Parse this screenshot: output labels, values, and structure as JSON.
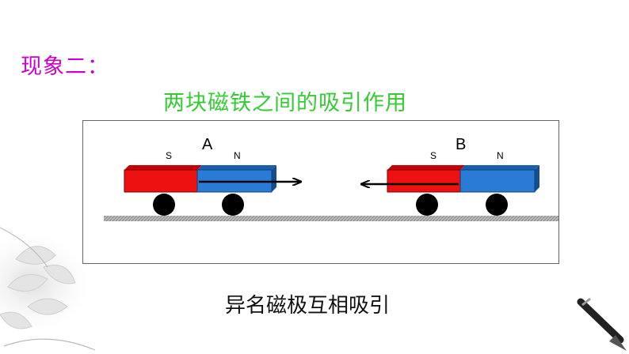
{
  "slide": {
    "heading": "现象二：",
    "subtitle": "两块磁铁之间的吸引作用",
    "caption": "异名磁极互相吸引"
  },
  "diagram": {
    "magnet_a": {
      "label": "A",
      "left_pole": "S",
      "right_pole": "N",
      "arrow": "right"
    },
    "magnet_b": {
      "label": "B",
      "left_pole": "S",
      "right_pole": "N",
      "arrow": "left"
    },
    "colors": {
      "s_pole": "#ee1111",
      "n_pole": "#2a7bd6",
      "wheel": "#000000",
      "track": "#999999",
      "heading": "#cc00cc",
      "subtitle": "#33cc33"
    }
  }
}
